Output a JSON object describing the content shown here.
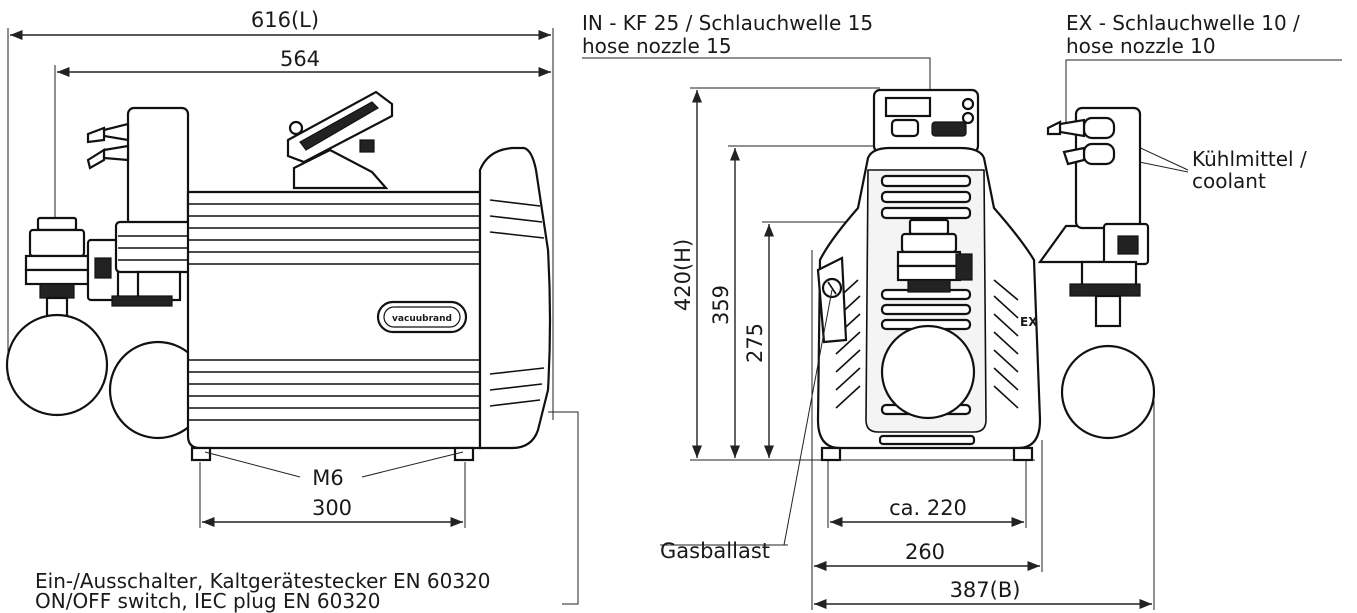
{
  "side_view": {
    "dimensions": {
      "overall_length": "616(L)",
      "body_length": "564",
      "feet_spacing": "300"
    },
    "labels": {
      "feet": "M6",
      "switch_de": "Ein-/Ausschalter, Kaltgerätestecker EN 60320",
      "switch_en": "ON/OFF switch, IEC plug EN 60320"
    },
    "brand_badge": "vacuubrand"
  },
  "front_view": {
    "dimensions": {
      "height_overall": "420(H)",
      "height_mid": "359",
      "height_low": "275",
      "width_feet": "ca. 220",
      "width_body": "260",
      "width_overall": "387(B)"
    },
    "labels": {
      "inlet_de": "IN - KF 25 / Schlauchwelle 15",
      "inlet_en": "hose nozzle 15",
      "exhaust_de": "EX - Schlauchwelle 10 /",
      "exhaust_en": "hose nozzle 10",
      "coolant_de": "Kühlmittel /",
      "coolant_en": "coolant",
      "gas_ballast": "Gasballast",
      "ex_mark": "EX"
    }
  }
}
